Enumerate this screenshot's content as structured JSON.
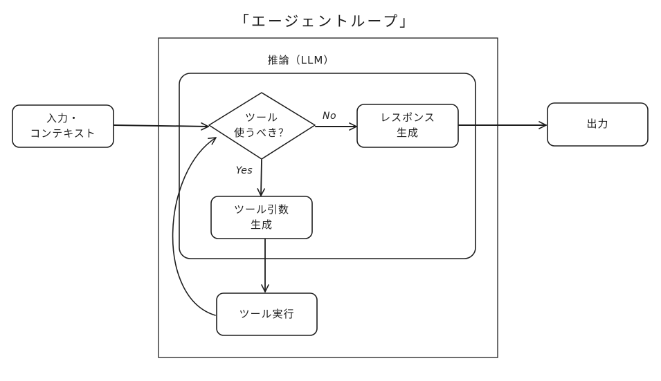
{
  "title": "「エージェントループ」",
  "group": {
    "label": "推論（LLM）"
  },
  "nodes": {
    "input": {
      "line1": "入力・",
      "line2": "コンテキスト"
    },
    "decision": {
      "line1": "ツール",
      "line2": "使うべき？"
    },
    "response": {
      "line1": "レスポンス",
      "line2": "生成"
    },
    "output": {
      "label": "出力"
    },
    "tool_args": {
      "line1": "ツール引数",
      "line2": "生成"
    },
    "tool_exec": {
      "label": "ツール実行"
    }
  },
  "edges": {
    "no_label": "No",
    "yes_label": "Yes"
  }
}
